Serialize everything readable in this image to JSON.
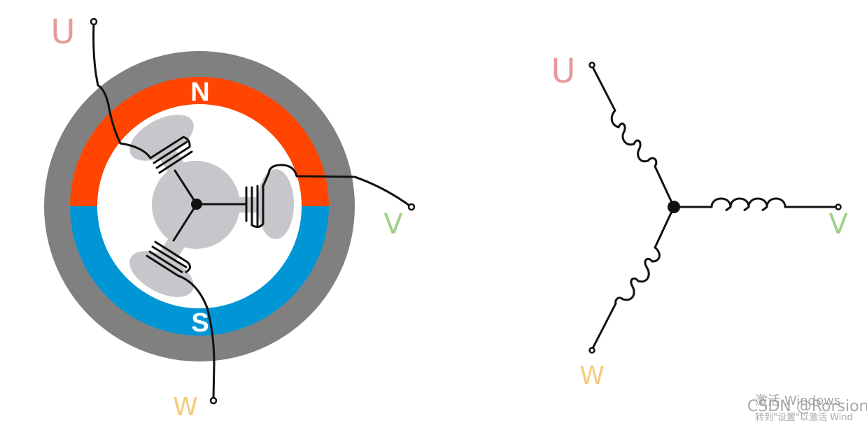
{
  "motor": {
    "north_label": "N",
    "south_label": "S",
    "terminal_u": "U",
    "terminal_v": "V",
    "terminal_w": "W"
  },
  "schematic": {
    "terminal_u": "U",
    "terminal_v": "V",
    "terminal_w": "W"
  },
  "colors": {
    "stator": "#808080",
    "north": "#ff4500",
    "south": "#0096d6",
    "rotor": "#c8c6ca",
    "wire": "#111111",
    "label_u": "#e89a98",
    "label_v": "#9fd08a",
    "label_w": "#f5cc7a"
  },
  "watermark": {
    "activate_title": "激活 Windows",
    "credit": "CSDN @Rorsion",
    "activate_hint": "转到\"设置\"以激活 Wind"
  }
}
